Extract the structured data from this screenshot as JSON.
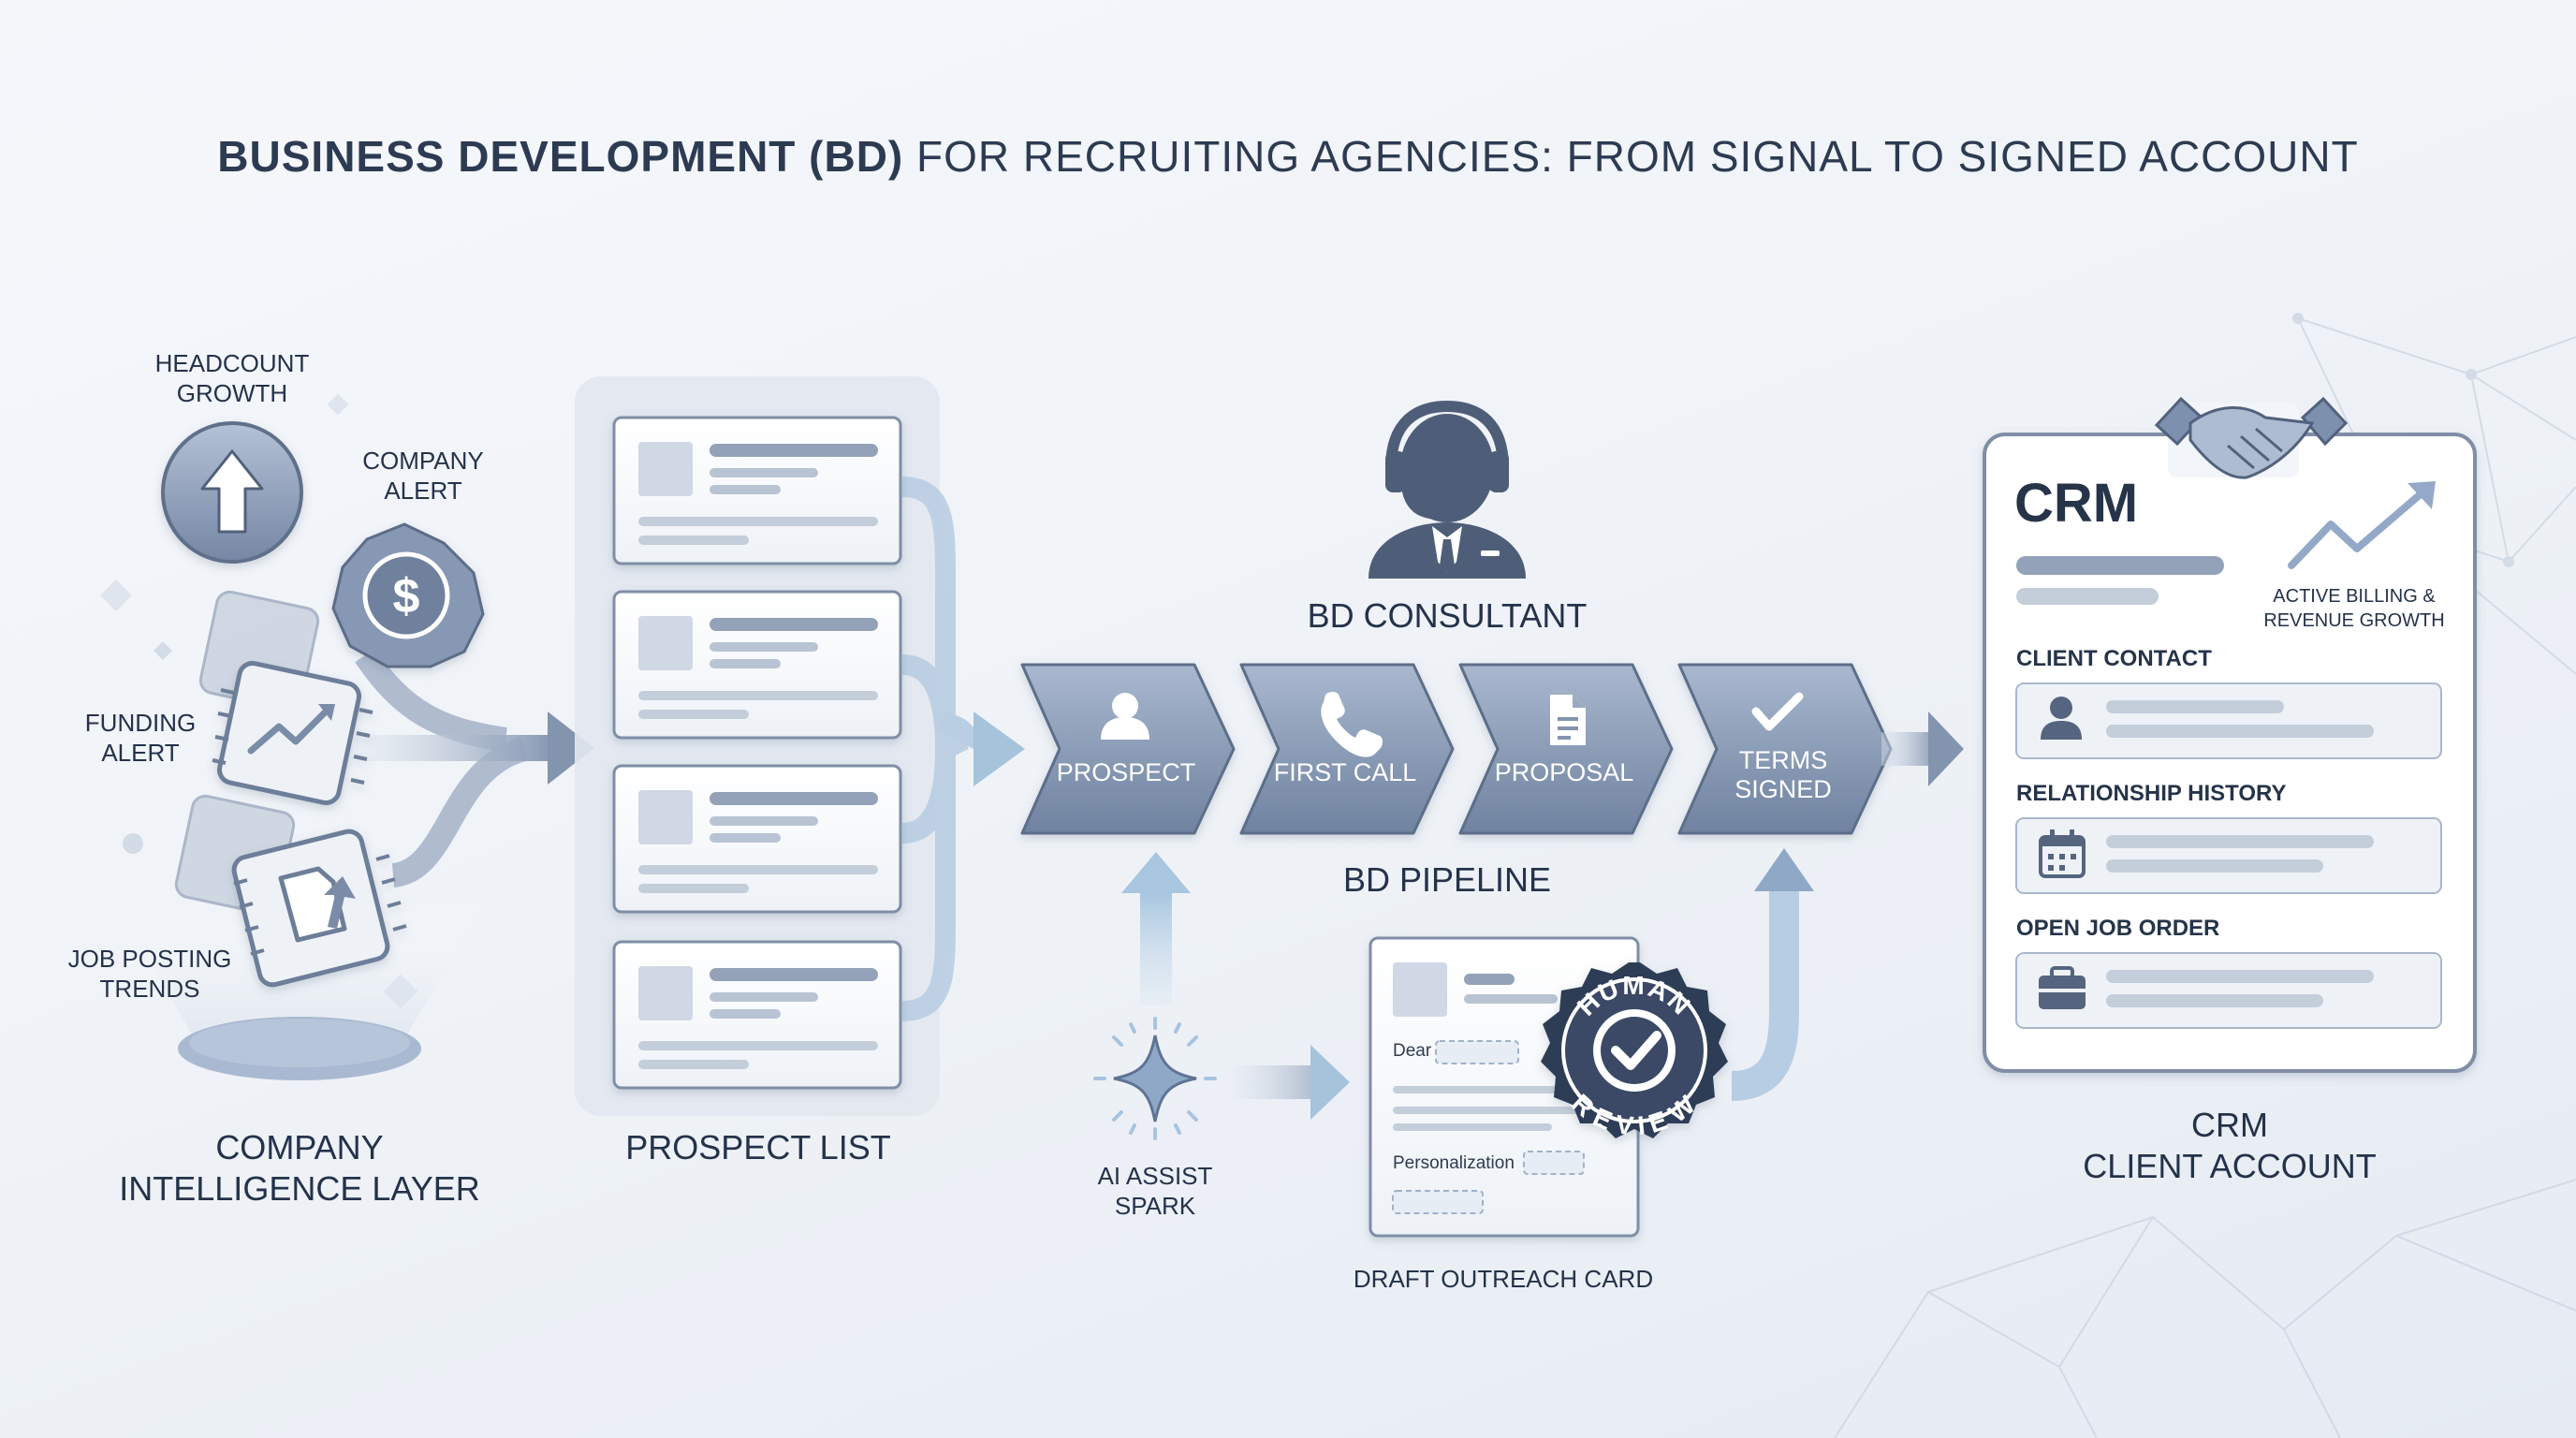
{
  "title": {
    "bold": "BUSINESS DEVELOPMENT (BD)",
    "rest": "FOR RECRUITING AGENCIES: FROM SIGNAL TO SIGNED ACCOUNT"
  },
  "intelligence": {
    "signals": {
      "headcount": [
        "HEADCOUNT",
        "GROWTH"
      ],
      "company_alert": [
        "COMPANY",
        "ALERT"
      ],
      "funding_alert": [
        "FUNDING",
        "ALERT"
      ],
      "job_posting": [
        "JOB POSTING",
        "TRENDS"
      ]
    },
    "label": [
      "COMPANY",
      "INTELLIGENCE LAYER"
    ]
  },
  "prospect_list": {
    "label": "PROSPECT LIST"
  },
  "consultant": {
    "label": "BD CONSULTANT"
  },
  "pipeline": {
    "stages": [
      {
        "label": [
          "PROSPECT"
        ],
        "icon": "person-icon"
      },
      {
        "label": [
          "FIRST CALL"
        ],
        "icon": "phone-icon"
      },
      {
        "label": [
          "PROPOSAL"
        ],
        "icon": "document-icon"
      },
      {
        "label": [
          "TERMS",
          "SIGNED"
        ],
        "icon": "check-icon"
      }
    ],
    "label": "BD PIPELINE"
  },
  "ai_assist": {
    "label": [
      "AI ASSIST",
      "SPARK"
    ]
  },
  "outreach": {
    "label": "DRAFT OUTREACH CARD",
    "dear": "Dear",
    "personalization": "Personalization",
    "seal_top": "HUMAN",
    "seal_bottom": "REVIEW"
  },
  "crm": {
    "title": "CRM",
    "growth_note": [
      "ACTIVE BILLING &",
      "REVENUE GROWTH"
    ],
    "sections": [
      "CLIENT CONTACT",
      "RELATIONSHIP HISTORY",
      "OPEN JOB ORDER"
    ],
    "label": [
      "CRM",
      "CLIENT ACCOUNT"
    ]
  },
  "colors": {
    "accent": "#7d90ae",
    "accent_dark": "#52627c",
    "light": "#aec8de",
    "text": "#24324a"
  }
}
